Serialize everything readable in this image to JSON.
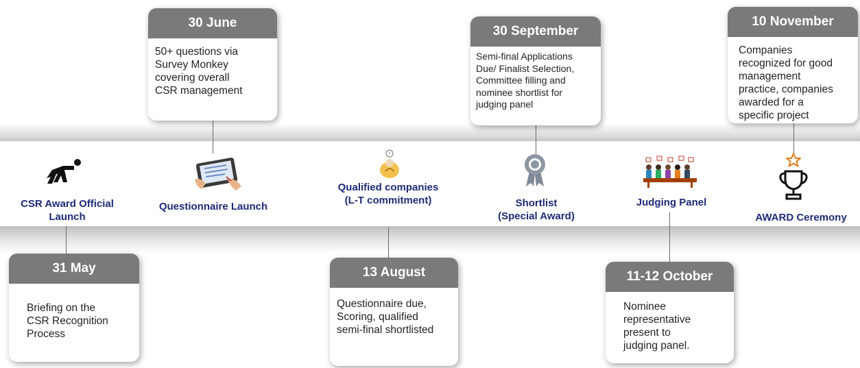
{
  "milestones": [
    {
      "label": "CSR Award Official\nLaunch",
      "icon": "runner-start-icon"
    },
    {
      "label": "Questionnaire Launch",
      "icon": "tablet-survey-icon"
    },
    {
      "label": "Qualified companies\n(L-T commitment)",
      "icon": "thinking-person-icon"
    },
    {
      "label": "Shortlist\n(Special Award)",
      "icon": "award-ribbon-icon"
    },
    {
      "label": "Judging Panel",
      "icon": "judging-panel-icon"
    },
    {
      "label": "AWARD Ceremony",
      "icon": "trophy-icon"
    }
  ],
  "cards": [
    {
      "date": "31 May",
      "text": "Briefing on the\nCSR Recognition\nProcess"
    },
    {
      "date": "30 June",
      "text": "50+ questions via\nSurvey Monkey\ncovering overall\nCSR management"
    },
    {
      "date": "13 August",
      "text": "Questionnaire due,\nScoring, qualified\nsemi-final shortlisted"
    },
    {
      "date": "30 September",
      "text": "Semi-final Applications\nDue/ Finalist Selection,\nCommittee filling and\nnominee shortlist for\njudging panel"
    },
    {
      "date": "11-12 October",
      "text": "Nominee\nrepresentative\npresent to\njudging panel."
    },
    {
      "date": "10 November",
      "text": "Companies\nrecognized for good\nmanagement\npractice, companies\nawarded for a\nspecific project"
    }
  ],
  "colors": {
    "label": "#1f2a78",
    "header": "#7a7a7a",
    "band": "#c8c8c8",
    "star": "#e07b1a"
  }
}
